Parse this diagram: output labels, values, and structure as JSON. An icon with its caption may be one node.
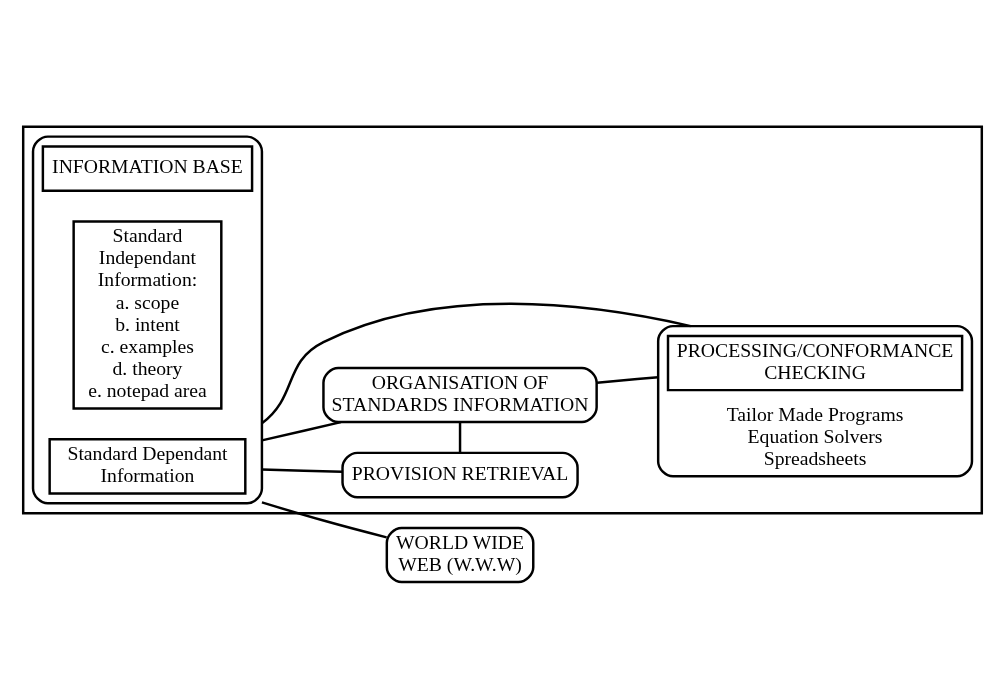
{
  "diagram": {
    "nodes": [
      {
        "text": [],
        "shape": "box"
      },
      {
        "text": [],
        "shape": "box",
        "in": 0
      },
      {
        "text": [
          "INFORMATION BASE"
        ],
        "in": 1
      },
      {
        "text": [
          "Standard Independant Information:",
          "a. scope",
          "b. intent",
          "c. examples",
          "d. theory",
          "e. notepad area"
        ],
        "in": 1
      },
      {
        "text": [
          "Standard Dependant Information"
        ],
        "in": 1
      },
      {
        "text": [
          "PROVISION RETRIEVAL"
        ],
        "in": 0
      },
      {
        "text": [
          "ORGANISATION OF STANDARDS INFORMATION"
        ],
        "in": 0
      },
      {
        "text": [
          "Tailor Made Programs",
          "Equation Solvers",
          "Spreadsheets"
        ],
        "in": 0
      },
      {
        "text": [
          "PROCESSING/CONFORMANCE CHECKING"
        ],
        "in": 7
      },
      {
        "text": [
          "WORLD WIDE WEB (W.W.W)"
        ]
      }
    ],
    "edges": [
      {
        "from": 1,
        "to": 5,
        "arrow": "none"
      },
      {
        "from": 1,
        "to": 6,
        "arrow": "none"
      },
      {
        "from": 1,
        "to": 7,
        "arrow": "none"
      },
      {
        "from": 5,
        "to": 6,
        "arrow": "none"
      },
      {
        "from": 6,
        "to": 7,
        "arrow": "none"
      },
      {
        "from": 1,
        "to": 9,
        "arrow": "none"
      }
    ]
  }
}
